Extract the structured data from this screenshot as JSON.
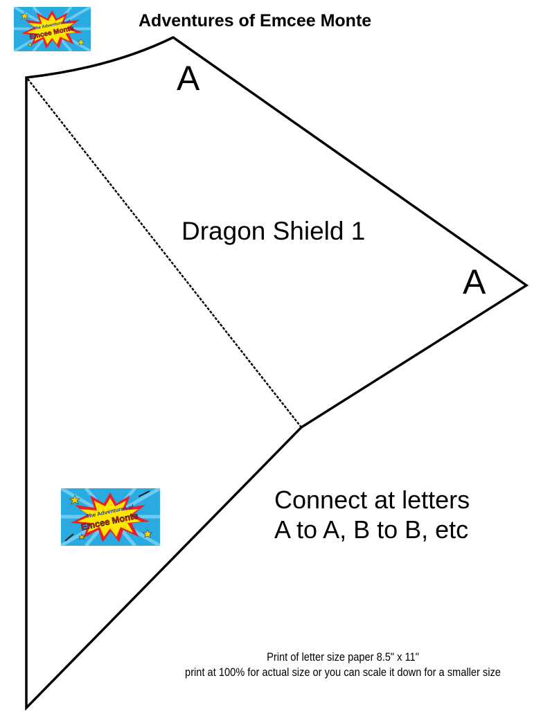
{
  "header": {
    "title": "Adventures of Emcee Monte"
  },
  "template": {
    "letter_top": "A",
    "letter_right": "A",
    "shield_name": "Dragon Shield 1"
  },
  "instructions": {
    "line1": "Connect at letters",
    "line2": "A to A, B to B, etc"
  },
  "print_note": {
    "line1": "Print of letter size paper 8.5\" x 11\"",
    "line2": "print at 100% for actual size or you can scale it down for a smaller size"
  },
  "logo": {
    "line1": "The Adventures of",
    "line2": "Emcee Monte"
  },
  "colors": {
    "logo_sky": "#29abe2",
    "logo_sky_light": "#7fd3f5",
    "logo_burst_outer": "#e8202a",
    "logo_burst_inner": "#ffe600",
    "logo_star": "#ffd400"
  }
}
